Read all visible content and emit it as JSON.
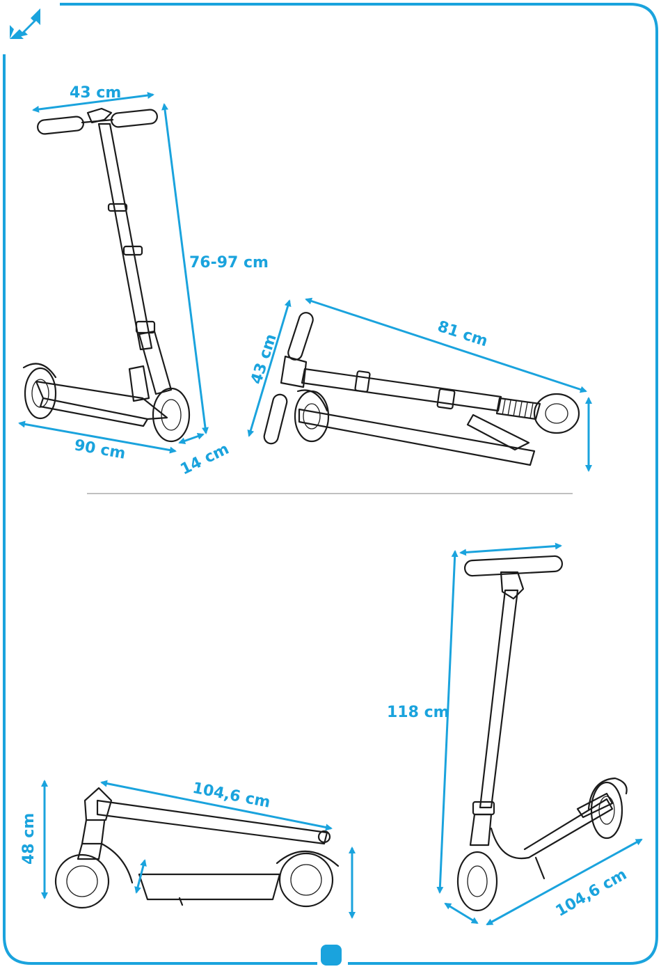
{
  "colors": {
    "accent": "#1aa3dd",
    "line_art": "#1b1b1b",
    "divider": "#9a9a9a"
  },
  "icons": {
    "corner": "expand-arrows-icon",
    "page_marker": "page-marker-badge"
  },
  "diagrams": {
    "unfolded_front": {
      "width_label": "43 cm",
      "height_label": "76-97 cm",
      "length_label": "90 cm",
      "deck_label": "14 cm"
    },
    "folded_top": {
      "height_label": "43 cm",
      "length_label": "81 cm"
    },
    "folded_side": {
      "length_label": "104,6 cm",
      "height_label": "48 cm"
    },
    "unfolded_side": {
      "height_label": "118 cm",
      "length_label": "104,6 cm"
    }
  }
}
